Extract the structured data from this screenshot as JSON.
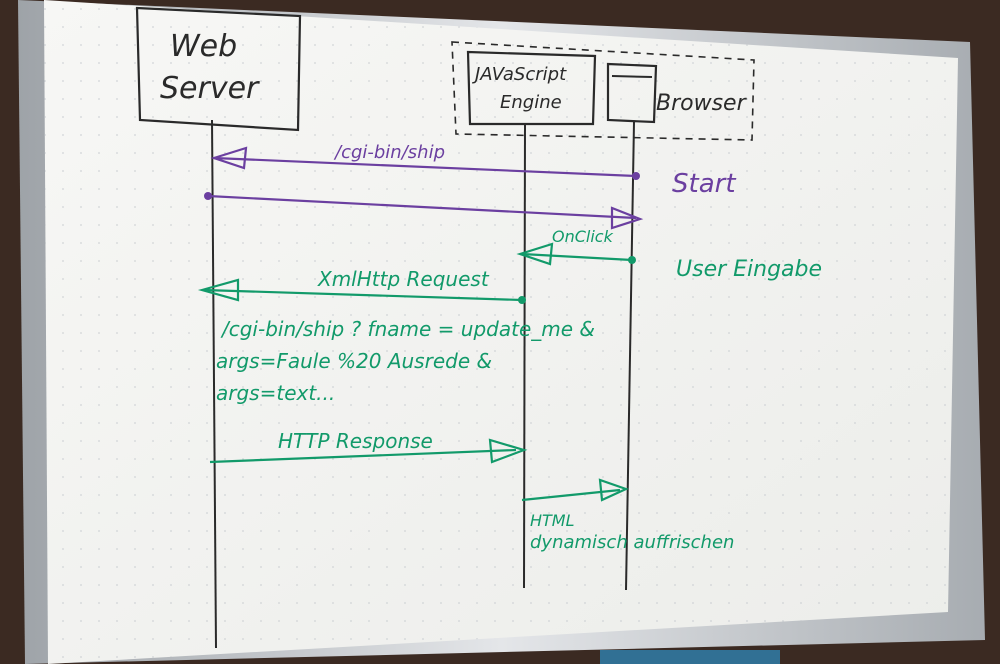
{
  "colors": {
    "wall": "#3b2a22",
    "frame": "#c9ccd1",
    "board": "#f4f4f1",
    "ink_black": "#2a2a2a",
    "ink_purple": "#6b3fa0",
    "ink_green": "#129a6a"
  },
  "participants": {
    "web_server_line1": "Web",
    "web_server_line2": "Server",
    "js_engine_line1": "JAVaScript",
    "js_engine_line2": "Engine",
    "browser": "Browser"
  },
  "messages": {
    "cgi_request": "/cgi-bin/ship",
    "start": "Start",
    "onclick": "OnClick",
    "user_eingabe": "User Eingabe",
    "xmlhttp": "XmlHttp Request",
    "query_line1": "/cgi-bin/ship ? fname = update_me &",
    "query_line2": "args=Faule %20 Ausrede &",
    "query_line3": "args=text...",
    "http_response": "HTTP Response",
    "html_line1": "HTML",
    "html_line2": "dynamisch auffrischen"
  }
}
